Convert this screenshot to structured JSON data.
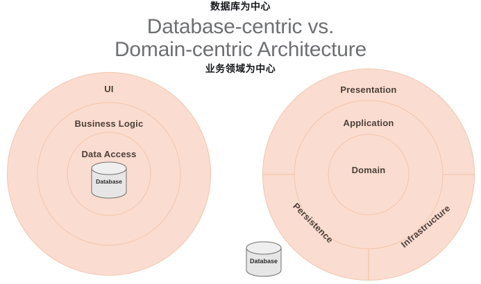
{
  "header": {
    "annotation_top": "数据库为中心",
    "title_line_1": "Database-centric vs.",
    "title_line_2": "Domain-centric Architecture",
    "annotation_bottom": "业务领域为中心"
  },
  "colors": {
    "ring_fill": "#fbdcd0",
    "ring_stroke": "#f1c6ae",
    "label_text": "#4b4039",
    "title_text": "#6e6f72",
    "annotation_text": "#16181c",
    "cylinder_body": "#e6e6e6",
    "cylinder_top": "#efefef",
    "cylinder_stroke": "#6f6f6f",
    "background": "#ffffff"
  },
  "diagrams": {
    "left": {
      "name": "database-centric-architecture",
      "rings": [
        {
          "label": "UI",
          "level": 1
        },
        {
          "label": "Business Logic",
          "level": 2
        },
        {
          "label": "Data Access",
          "level": 3
        }
      ],
      "center_node": {
        "label": "Database",
        "shape": "cylinder"
      }
    },
    "right": {
      "name": "domain-centric-architecture",
      "rings": [
        {
          "label": "Presentation",
          "level": 1
        },
        {
          "label": "Application",
          "level": 2
        },
        {
          "label": "Domain",
          "level": 3
        }
      ],
      "sectors": [
        {
          "label": "Persistence",
          "position": "bottom-left",
          "rotation_deg": 45
        },
        {
          "label": "Infrastructure",
          "position": "bottom-right",
          "rotation_deg": -40
        }
      ],
      "external_node": {
        "label": "Database",
        "shape": "cylinder"
      }
    }
  }
}
